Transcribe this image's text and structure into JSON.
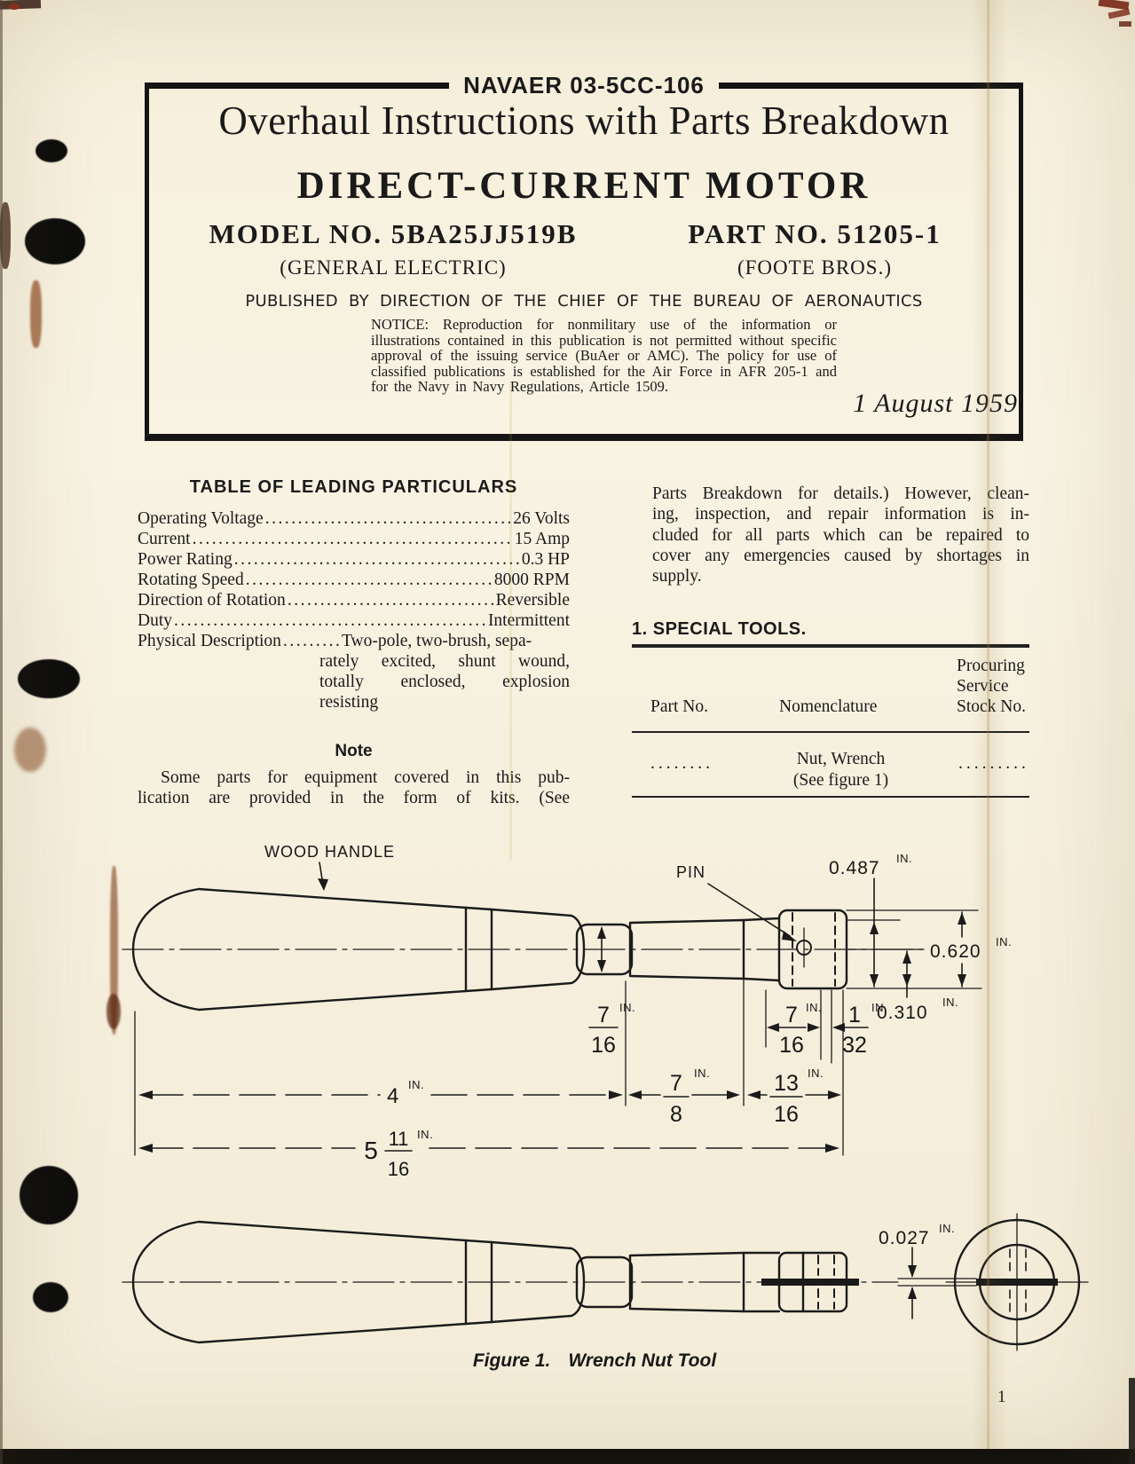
{
  "header": {
    "doc_number": "NAVAER 03-5CC-106",
    "title": "Overhaul Instructions with Parts Breakdown",
    "subtitle": "DIRECT-CURRENT MOTOR",
    "model_label": "MODEL NO. 5BA25JJ519B",
    "model_sub": "(GENERAL ELECTRIC)",
    "part_label": "PART NO. 51205-1",
    "part_sub": "(FOOTE BROS.)",
    "published_by": "PUBLISHED BY DIRECTION OF THE CHIEF OF THE BUREAU OF AERONAUTICS",
    "notice": "NOTICE: Reproduction for nonmilitary use of the information or illustrations contained in this publication is not permitted without specific approval of the issuing service (BuAer or AMC). The policy for use of classified publications is established for the Air Force in AFR 205-1 and for the Navy in Navy Regulations, Article 1509.",
    "date": "1 August 1959"
  },
  "particulars": {
    "title": "TABLE OF LEADING PARTICULARS",
    "rows": [
      {
        "label": "Operating Voltage",
        "value": "26 Volts"
      },
      {
        "label": "Current",
        "value": "15 Amp"
      },
      {
        "label": "Power Rating",
        "value": "0.3 HP"
      },
      {
        "label": "Rotating Speed",
        "value": "8000 RPM"
      },
      {
        "label": "Direction of Rotation",
        "value": "Reversible"
      },
      {
        "label": "Duty",
        "value": "Intermittent"
      },
      {
        "label": "Physical Description",
        "value": "Two-pole, two-brush, sepa-"
      }
    ],
    "physical_cont": [
      "rately excited, shunt wound,",
      "totally enclosed, explosion",
      "resisting"
    ],
    "note_title": "Note",
    "note_lines": [
      "Some parts for equipment covered in this pub-",
      "lication are provided in the form of kits. (See"
    ]
  },
  "right_column": {
    "paragraph_lines": [
      "Parts Breakdown for details.) However, clean-",
      "ing, inspection, and repair information is in-",
      "cluded for all parts which can be repaired to",
      "cover any emergencies caused by shortages in",
      "supply."
    ],
    "section_title": "1. SPECIAL TOOLS.",
    "table": {
      "col1_header": "Part No.",
      "col2_header": "Nomenclature",
      "col3_header_l1": "Procuring",
      "col3_header_l2": "Service",
      "col3_header_l3": "Stock No.",
      "row_part_no": "........",
      "row_nomenclature_l1": "Nut, Wrench",
      "row_nomenclature_l2": "(See figure 1)",
      "row_stock_no": "........."
    }
  },
  "figure": {
    "wood_handle_label": "WOOD HANDLE",
    "pin_label": "PIN",
    "unit": "IN.",
    "dims": {
      "d0487": "0.487",
      "d0620": "0.620",
      "d0310": "0.310",
      "d0027": "0.027",
      "d4": "4",
      "neck_frac": {
        "num": "7",
        "den": "16"
      },
      "head_frac": {
        "num": "7",
        "den": "16"
      },
      "pin_frac": {
        "num": "1",
        "den": "32"
      },
      "shaft_frac": {
        "num": "7",
        "den": "8"
      },
      "head_len_frac": {
        "num": "13",
        "den": "16"
      },
      "overall": {
        "whole": "5",
        "num": "11",
        "den": "16"
      }
    },
    "caption_label": "Figure 1.",
    "caption_text": "Wrench Nut Tool"
  },
  "page": {
    "number": "1"
  }
}
